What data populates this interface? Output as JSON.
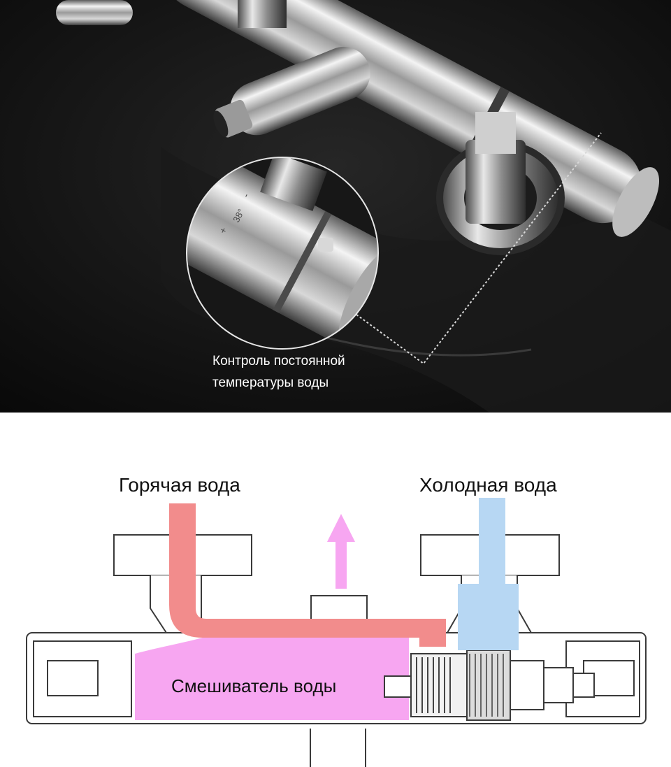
{
  "photo": {
    "caption_line1": "Контроль постоянной",
    "caption_line2": "температуры воды",
    "dial_temperature": "38°",
    "dial_minus": "-",
    "dial_plus": "+"
  },
  "diagram": {
    "hot_label": "Горячая вода",
    "cold_label": "Холодная вода",
    "mixer_label": "Смешиватель воды"
  },
  "colors": {
    "hot_pipe": "#f28c8c",
    "cold_pipe": "#b7d7f3",
    "mixed": "#f7a6f1",
    "background_dark": "#0e0e0e",
    "outline": "#3a3a3a"
  }
}
